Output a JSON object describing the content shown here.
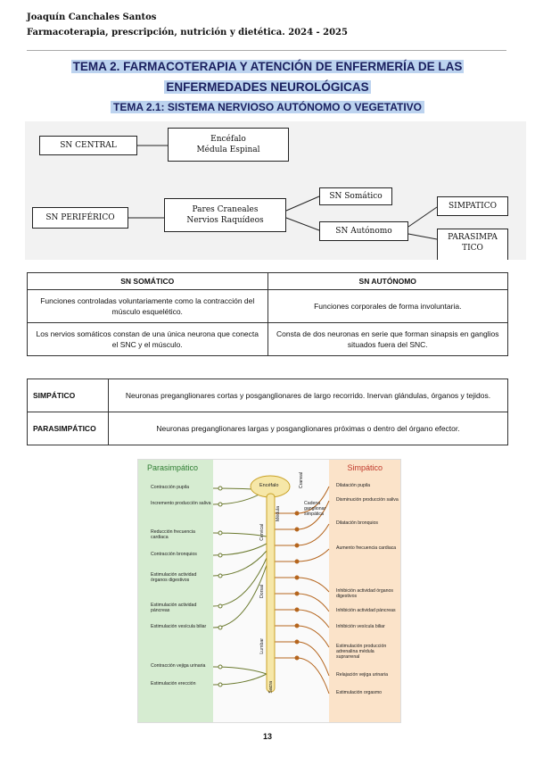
{
  "header": {
    "author": "Joaquín Canchales Santos",
    "course": "Farmacoterapia, prescripción, nutrición y dietética. 2024 - 2025"
  },
  "title": {
    "line1": "TEMA 2. FARMACOTERAPIA Y ATENCIÓN DE ENFERMERÍA DE LAS",
    "line2": "ENFERMEDADES NEUROLÓGICAS",
    "subtitle": "TEMA 2.1: SISTEMA NERVIOSO AUTÓNOMO O VEGETATIVO"
  },
  "diagram": {
    "central": "SN CENTRAL",
    "encefalo": "Encéfalo",
    "medula": "Médula Espinal",
    "periferico": "SN PERIFÉRICO",
    "pares": "Pares Craneales",
    "raquideos": "Nervios Raquídeos",
    "somatico": "SN Somático",
    "autonomo": "SN Autónomo",
    "simpatico": "SIMPATICO",
    "parasimpa": "PARASIMPA",
    "tico": "TICO"
  },
  "table1": {
    "headers": [
      "SN SOMÁTICO",
      "SN AUTÓNOMO"
    ],
    "rows": [
      [
        "Funciones controladas voluntariamente como la contracción del músculo esquelético.",
        "Funciones corporales de forma involuntaria."
      ],
      [
        "Los nervios somáticos constan de una única neurona que conecta el SNC y el músculo.",
        "Consta de dos neuronas en serie que forman sinapsis en ganglios situados fuera del SNC."
      ]
    ]
  },
  "table2": {
    "rows": [
      {
        "label": "SIMPÁTICO",
        "text": "Neuronas preganglionares cortas y posganglionares de largo recorrido. Inervan glándulas, órganos y tejidos."
      },
      {
        "label": "PARASIMPÁTICO",
        "text": "Neuronas preganglionares largas y posganglionares próximas o dentro del órgano efector."
      }
    ]
  },
  "figure": {
    "para_title": "Parasimpático",
    "simp_title": "Simpático",
    "encefalo": "Encéfalo",
    "craneal": "Craneal",
    "cervical": "Cervical",
    "dorsal": "Dorsal",
    "lumbar": "Lumbar",
    "sacra": "Sacra",
    "medula": "Médula",
    "cadena": "Cadena ganglionar simpática",
    "para_items": [
      "Contracción pupila",
      "Incremento producción saliva",
      "Reducción frecuencia cardiaca",
      "Contracción bronquios",
      "Estimulación actividad órganos digestivos",
      "Estimulación actividad páncreas",
      "Estimulación vesícula biliar",
      "Contracción vejiga urinaria",
      "Estimulación erección"
    ],
    "simp_items": [
      "Dilatación pupila",
      "Disminución producción saliva",
      "Dilatación bronquios",
      "Aumento frecuencia cardiaca",
      "Inhibición actividad órganos digestivos",
      "Inhibición actividad páncreas",
      "Inhibición vesícula biliar",
      "Estimulación producción adrenalina médula suprarrenal",
      "Relajación vejiga urinaria",
      "Estimulación orgasmo"
    ],
    "colors": {
      "para_bg": "#d6ecd1",
      "simp_bg": "#fbe3c9",
      "para_nerve": "#6b7a2f",
      "simp_nerve": "#b5651d",
      "cord": "#f6e7a8"
    }
  },
  "page_number": "13"
}
